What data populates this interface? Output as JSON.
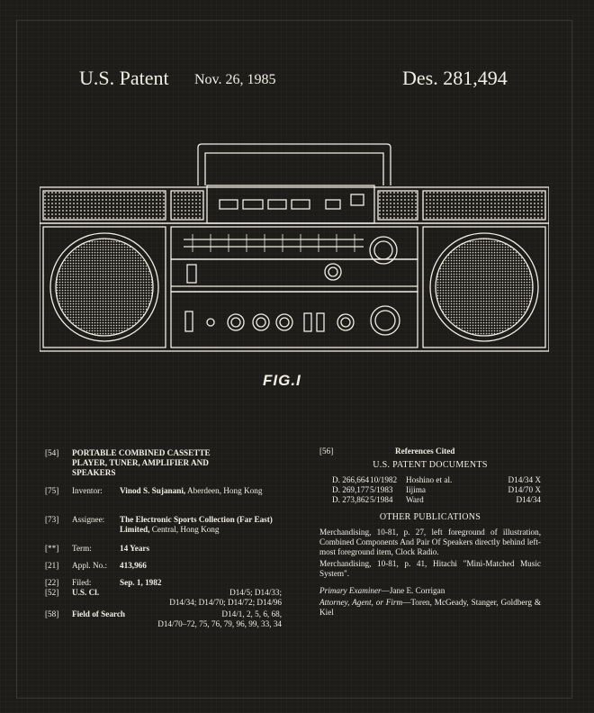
{
  "header": {
    "patent_label": "U.S. Patent",
    "date": "Nov. 26, 1985",
    "number": "Des. 281,494"
  },
  "figure": {
    "label": "FIG.I"
  },
  "left_column": {
    "title": {
      "code": "[54]",
      "text": "PORTABLE COMBINED CASSETTE PLAYER, TUNER, AMPLIFIER AND SPEAKERS"
    },
    "inventor": {
      "code": "[75]",
      "label": "Inventor:",
      "name": "Vinod S. Sujanani,",
      "location": " Aberdeen, Hong Kong"
    },
    "assignee": {
      "code": "[73]",
      "label": "Assignee:",
      "name": "The Electronic Sports Collection (Far East) Limited,",
      "location": " Central, Hong Kong"
    },
    "term": {
      "code": "[**]",
      "label": "Term:",
      "value": "14 Years"
    },
    "appl_no": {
      "code": "[21]",
      "label": "Appl. No.:",
      "value": "413,966"
    },
    "filed": {
      "code": "[22]",
      "label": "Filed:",
      "value": "Sep. 1, 1982"
    },
    "us_cl": {
      "code": "[52]",
      "label": "U.S. Cl.",
      "line1": "D14/5; D14/33;",
      "line2": "D14/34; D14/70; D14/72; D14/96"
    },
    "field_of_search": {
      "code": "[58]",
      "label": "Field of Search",
      "line1": "D14/1, 2, 5, 6, 68,",
      "line2": "D14/70–72, 75, 76, 79, 96, 99, 33, 34"
    }
  },
  "right_column": {
    "code": "[56]",
    "heading": "References Cited",
    "us_docs_heading": "U.S. PATENT DOCUMENTS",
    "references": [
      {
        "number": "D. 266,664",
        "date": "10/1982",
        "name": "Hoshino et al.",
        "class": "D14/34 X"
      },
      {
        "number": "D. 269,177",
        "date": "5/1983",
        "name": "Iijima",
        "class": "D14/70 X"
      },
      {
        "number": "D. 273,862",
        "date": "5/1984",
        "name": "Ward",
        "class": "D14/34"
      }
    ],
    "other_pubs_heading": "OTHER PUBLICATIONS",
    "pub1": "Merchandising, 10-81, p. 27, left foreground of illustration, Combined Components And Pair Of Speakers directly behind left-most foreground item, Clock Radio.",
    "pub2": "Merchandising, 10-81, p. 41, Hitachi \"Mini-Matched Music System\".",
    "examiner_label": "Primary Examiner",
    "examiner": "—Jane E. Corrigan",
    "attorney_label": "Attorney, Agent, or Firm",
    "attorney": "—Toren, McGeady, Stanger, Goldberg & Kiel"
  },
  "colors": {
    "background": "#1d1c19",
    "ink": "#f2efe6"
  }
}
